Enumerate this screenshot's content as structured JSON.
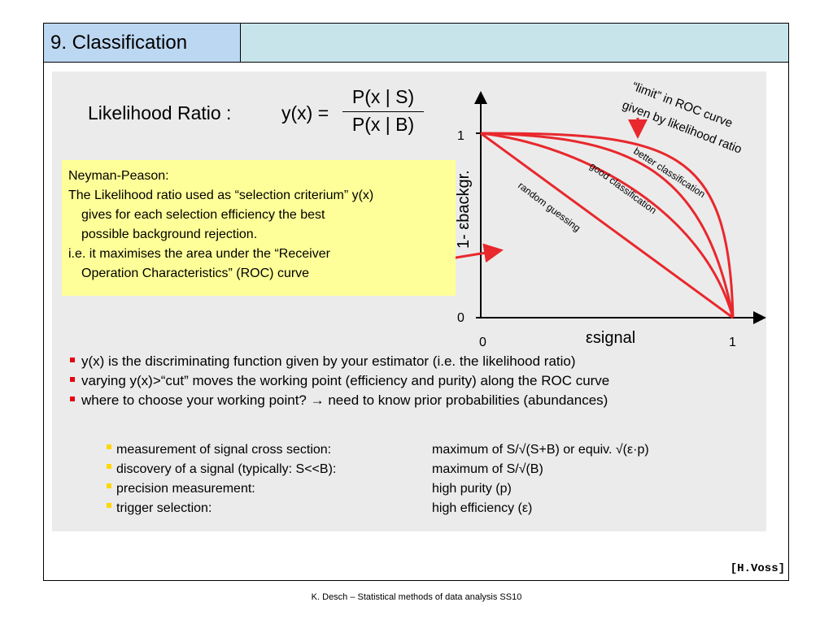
{
  "header": {
    "title": "9. Classification"
  },
  "formula": {
    "label": "Likelihood Ratio :",
    "lhs": "y(x) =",
    "numerator": "P(x | S)",
    "denominator": "P(x | B)"
  },
  "note": {
    "lines": [
      "Neyman-Peason:",
      "The Likelihood ratio used as “selection criterium” y(x)",
      "gives for each selection efficiency the best",
      "possible background rejection.",
      "i.e. it maximises the area under the “Receiver",
      "Operation Characteristics” (ROC) curve"
    ]
  },
  "roc": {
    "y_tick_top": "1",
    "y_tick_bottom": "0",
    "x_tick_left": "0",
    "x_tick_right": "1",
    "y_axis_label": "1- εbackgr.",
    "x_axis_label": "εsignal",
    "annotation_limit_1": "“limit” in ROC curve",
    "annotation_limit_2": "given by likelihood ratio",
    "label_better": "better classification",
    "label_good": "good classification",
    "label_random": "random guessing",
    "curve_color": "#e8282d"
  },
  "bullets": [
    "y(x) is the discriminating function given by your estimator (i.e. the likelihood ratio)",
    "varying y(x)>“cut” moves the working point (efficiency and purity) along the ROC curve",
    "where to choose your working point? → need to know prior probabilities (abundances)"
  ],
  "sub_items": [
    {
      "case": "measurement of signal cross section:",
      "criterion": "maximum of S/√(S+B)  or equiv. √(ε·p)"
    },
    {
      "case": "discovery of a signal (typically: S<<B):",
      "criterion": "maximum of S/√(B)"
    },
    {
      "case": "precision measurement:",
      "criterion": "high purity (p)"
    },
    {
      "case": "trigger selection:",
      "criterion": "high efficiency (ε)"
    }
  ],
  "credit": "[H.Voss]",
  "footer": "K. Desch – Statistical methods of data analysis SS10",
  "colors": {
    "bullet_red": "#e30613",
    "bullet_yellow": "#ffd700",
    "note_bg": "#ffff99",
    "title_bg": "#bcd7f1",
    "header_bg": "#c7e4eb"
  }
}
